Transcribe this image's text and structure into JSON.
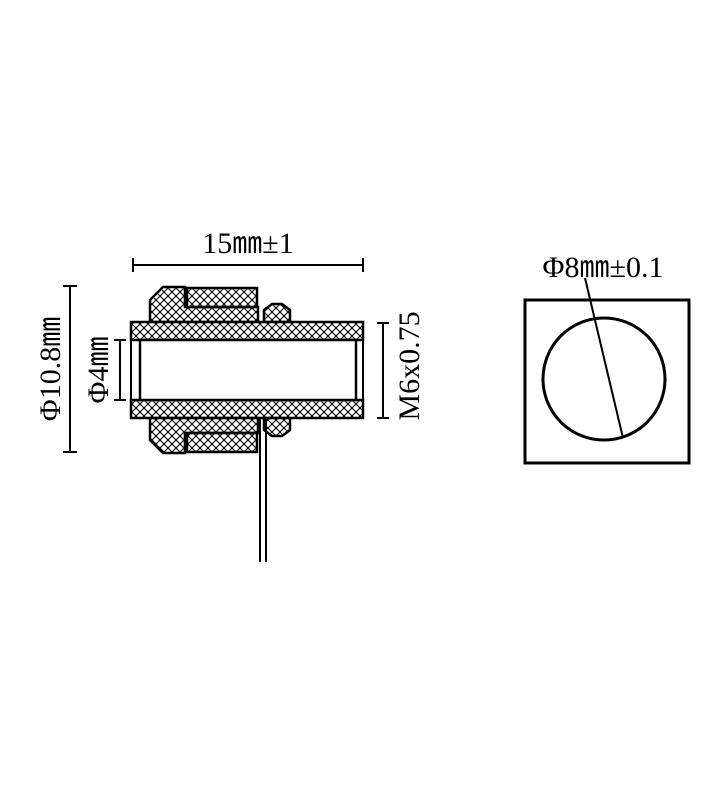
{
  "dimensions": {
    "overall_length": "15㎜±1",
    "outer_diameter": "Φ10.8㎜",
    "bore_diameter": "Φ4㎜",
    "thread": "M6x0.75",
    "bore_size": "Φ8㎜±0.1"
  },
  "colors": {
    "line": "#000000",
    "background": "#ffffff"
  }
}
